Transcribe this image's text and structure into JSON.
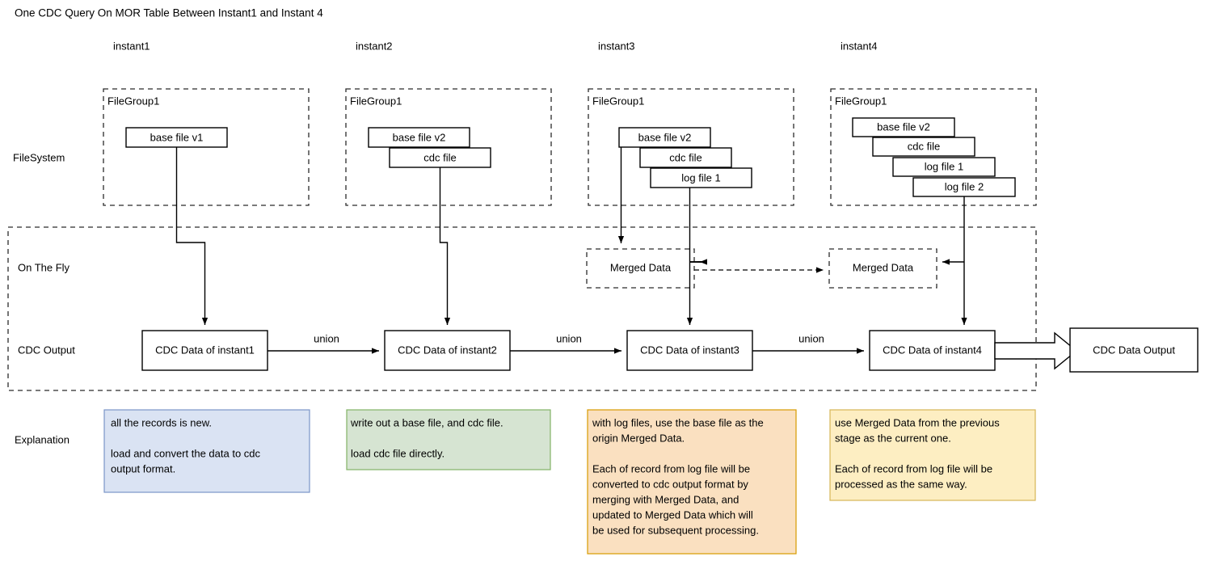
{
  "title": "One CDC Query On MOR Table Between Instant1 and Instant 4",
  "row_labels": {
    "filesystem": "FileSystem",
    "on_the_fly": "On The Fly",
    "cdc_output": "CDC Output",
    "explanation": "Explanation"
  },
  "instants": [
    {
      "label": "instant1"
    },
    {
      "label": "instant2"
    },
    {
      "label": "instant3"
    },
    {
      "label": "instant4"
    }
  ],
  "filegroups": [
    {
      "title": "FileGroup1",
      "files": [
        {
          "label": "base file v1"
        }
      ]
    },
    {
      "title": "FileGroup1",
      "files": [
        {
          "label": "base file v2"
        },
        {
          "label": "cdc file"
        }
      ]
    },
    {
      "title": "FileGroup1",
      "files": [
        {
          "label": "base file v2"
        },
        {
          "label": "cdc file"
        },
        {
          "label": "log file 1"
        }
      ]
    },
    {
      "title": "FileGroup1",
      "files": [
        {
          "label": "base file v2"
        },
        {
          "label": "cdc file"
        },
        {
          "label": "log file 1"
        },
        {
          "label": "log file 2"
        }
      ]
    }
  ],
  "merged_data": [
    {
      "label": "Merged Data"
    },
    {
      "label": "Merged Data"
    }
  ],
  "cdc_outputs": [
    {
      "label": "CDC Data of instant1"
    },
    {
      "label": "CDC Data of instant2"
    },
    {
      "label": "CDC Data of instant3"
    },
    {
      "label": "CDC Data of instant4"
    }
  ],
  "union_labels": [
    "union",
    "union",
    "union"
  ],
  "final_output": {
    "label": "CDC Data Output",
    "fill": "#f5c3c2",
    "stroke": "#b85450"
  },
  "explanations": [
    {
      "lines": [
        "all the records is new.",
        "",
        "load and convert the data to cdc",
        "output format."
      ],
      "fill": "#dae3f3",
      "stroke": "#7b96c8"
    },
    {
      "lines": [
        "write out a base file, and cdc file.",
        "",
        "load cdc file directly."
      ],
      "fill": "#d6e4d2",
      "stroke": "#82b366"
    },
    {
      "lines": [
        "with log files, use the base file as the",
        "origin Merged Data.",
        "",
        "Each of record from log file will be",
        "converted to cdc output format by",
        "merging with Merged Data, and",
        "updated to Merged Data which will",
        "be used for subsequent processing."
      ],
      "fill": "#fae0c0",
      "stroke": "#d79b00"
    },
    {
      "lines": [
        "use Merged Data from the previous",
        "stage as the current one.",
        "",
        "Each of record from log file will be",
        "processed as the same way."
      ],
      "fill": "#fdeec2",
      "stroke": "#d6b656"
    }
  ]
}
